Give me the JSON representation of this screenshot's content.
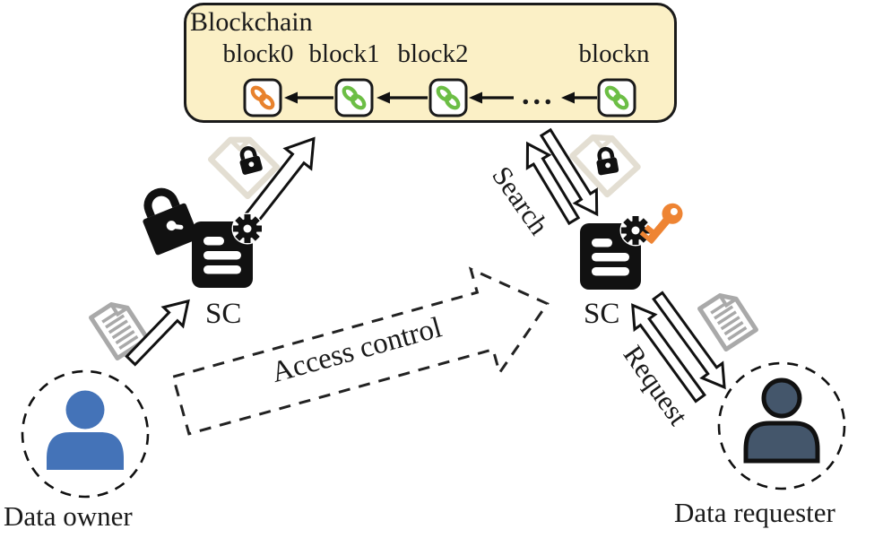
{
  "figure": {
    "blockchain": {
      "title": "Blockchain",
      "blocks": [
        "block0",
        "block1",
        "block2",
        "blockn"
      ],
      "ellipsis": "...",
      "panel_fill": "#FBF0C6",
      "genesis_link_color": "#E8822D",
      "link_color": "#6CBE45",
      "outline_color": "#1a1a1a"
    },
    "contracts": {
      "left_label": "SC",
      "right_label": "SC",
      "contract_color": "#111111",
      "key_color": "#EE8433",
      "lock_color": "#111111"
    },
    "flows": {
      "access_control": "Access control",
      "search": "Search",
      "request": "Request"
    },
    "actors": {
      "owner": {
        "label": "Data owner",
        "color": "#4473B8"
      },
      "requester": {
        "label": "Data requester",
        "color": "#44566B"
      }
    },
    "documents": {
      "plain_doc_color": "#A9A9A9",
      "locked_doc_color": "#E3DED2"
    },
    "icons": {
      "chain-link-icon": "two interlocked oval rings (45deg)",
      "padlock-icon": "black body + shackle + white keyhole",
      "gear-icon": "8-tooth cog on contract corner",
      "key-icon": "orange key, head up-left",
      "document-icon": "gray page with fold and text lines",
      "locked-document-icon": "pale page outline with small black padlock",
      "person-icon": "head + shoulders silhouette",
      "block-arrow-icon": "left-pointing link arrows",
      "hollow-arrow-icon": "white arrow with black outline",
      "dashed-arrow-icon": "large dashed block arrow"
    }
  }
}
